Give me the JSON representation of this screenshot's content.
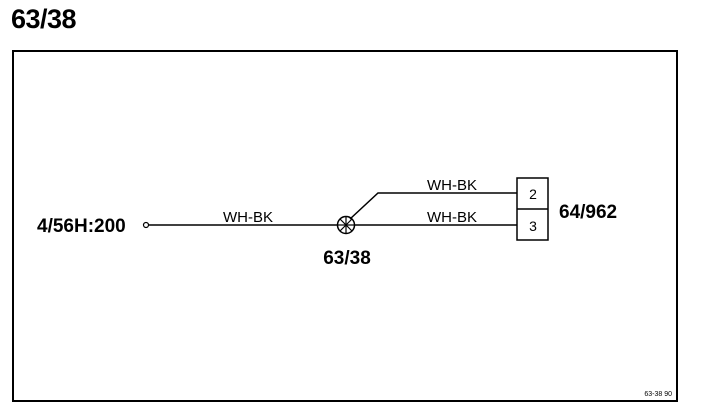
{
  "title": "63/38",
  "diagram": {
    "source_connector": "4/56H:200",
    "splice_label": "63/38",
    "target_connector": "64/962",
    "wire_main": "WH-BK",
    "wire_upper": "WH-BK",
    "wire_lower": "WH-BK",
    "pin_upper": "2",
    "pin_lower": "3",
    "footer_code": "63-38  90"
  }
}
